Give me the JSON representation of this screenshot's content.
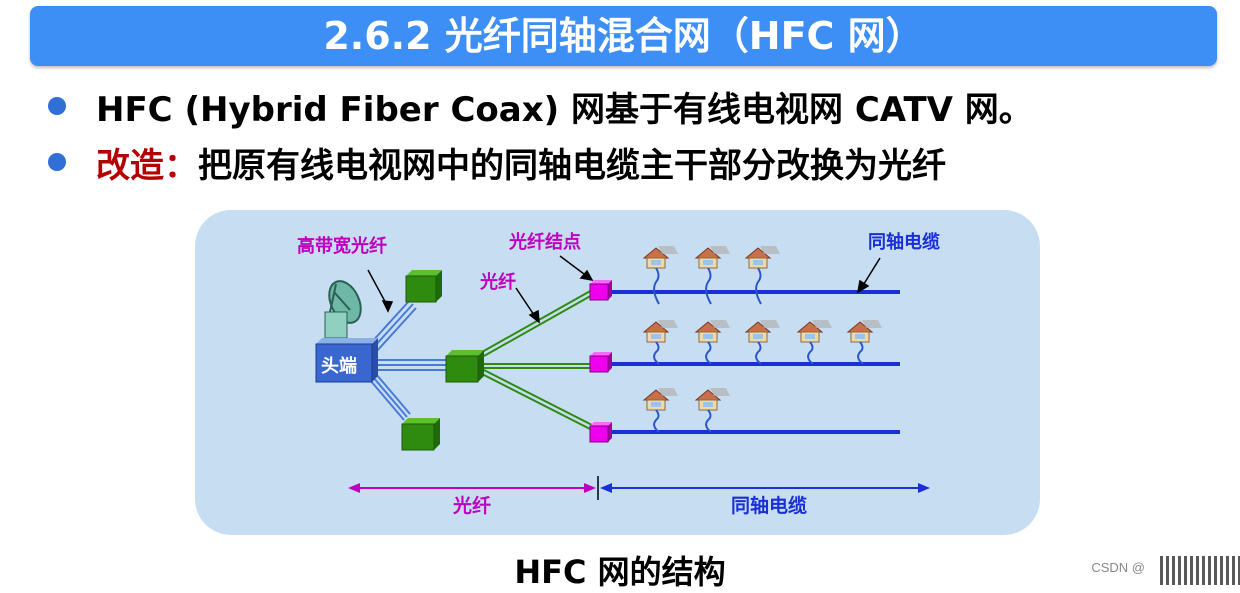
{
  "title": "2.6.2  光纤同轴混合网（HFC 网）",
  "bullet1": "HFC (Hybrid Fiber Coax) 网基于有线电视网 CATV 网。",
  "bullet2_label": "改造：",
  "bullet2_text": "把原有线电视网中的同轴电缆主干部分改换为光纤",
  "diagram": {
    "label_high_bw_fiber": "高带宽光纤",
    "label_fiber_node": "光纤结点",
    "label_fiber": "光纤",
    "label_coax": "同轴电缆",
    "label_headend": "头端",
    "bottom_fiber": "光纤",
    "bottom_coax": "同轴电缆",
    "colors": {
      "fiber_label": "#c000c0",
      "coax_label": "#1a2fd6",
      "node": "#ee00ee",
      "box": "#2e8b10"
    }
  },
  "caption": "HFC 网的结构",
  "watermark": "CSDN @"
}
